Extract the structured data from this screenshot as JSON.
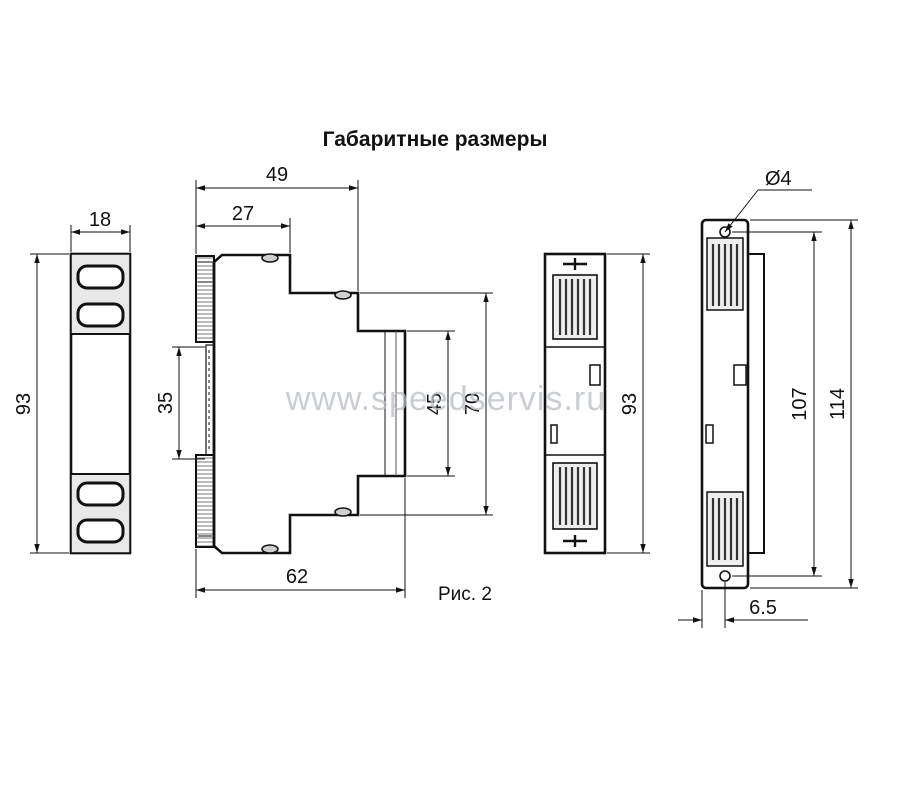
{
  "title": "Габаритные размеры",
  "caption": "Рис. 2",
  "watermark": "www.speedservis.ru",
  "dimensions": {
    "front_width": "18",
    "front_height": "93",
    "side_overall": "49",
    "side_front": "27",
    "side_rail": "35",
    "side_depth": "62",
    "side_body": "45",
    "side_height": "70",
    "back_height": "93",
    "mount_hole": "Ø4",
    "mount_pitch": "107",
    "mount_height": "114",
    "mount_offset": "6.5"
  }
}
